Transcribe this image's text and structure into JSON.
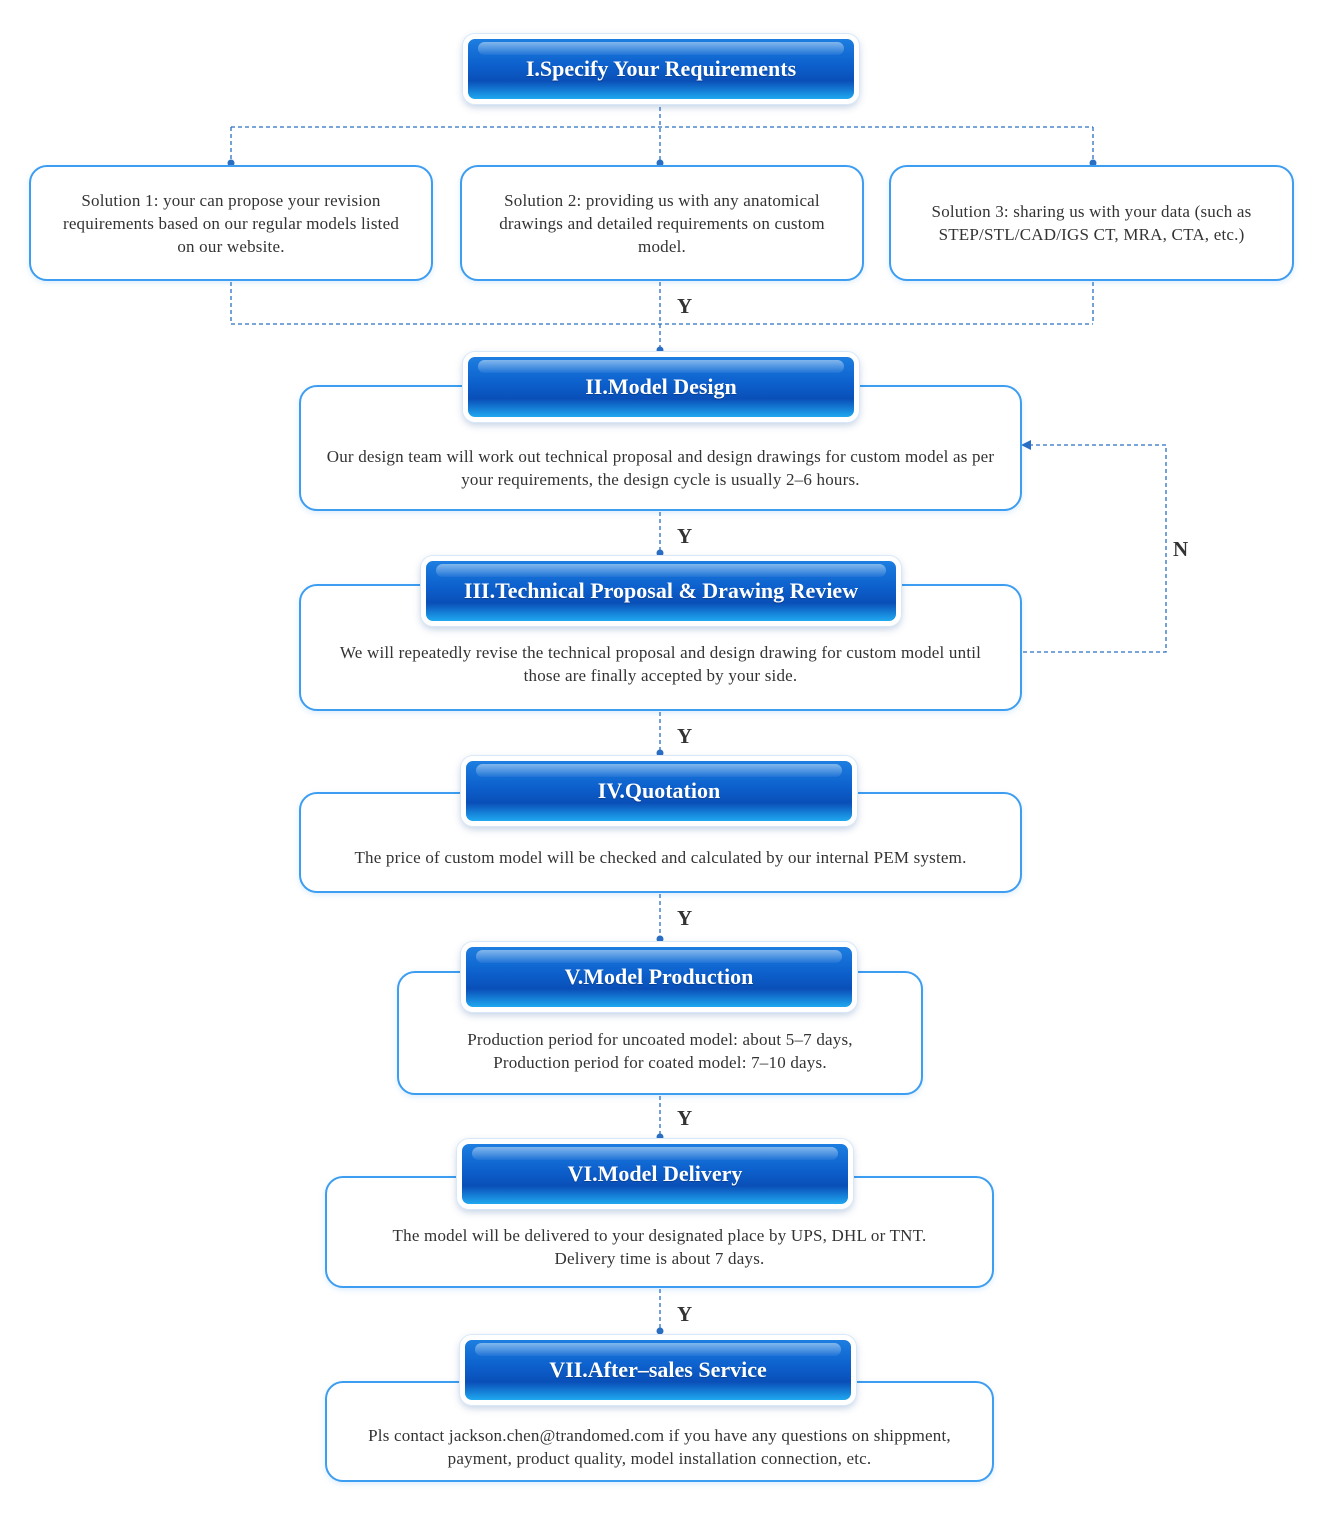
{
  "steps": [
    {
      "title": "I.Specify Your Requirements"
    },
    {
      "title": "II.Model Design",
      "text": "Our design team will work out technical proposal and design drawings for custom model as per your requirements, the design cycle is usually 2–6 hours."
    },
    {
      "title": "III.Technical Proposal & Drawing Review",
      "text": "We will repeatedly revise the technical proposal and design drawing for custom model until those are finally accepted by your side."
    },
    {
      "title": "IV.Quotation",
      "text": "The price of custom model will be checked and calculated by our internal PEM system."
    },
    {
      "title": "V.Model Production",
      "text_line1": "Production period for uncoated model: about 5–7 days,",
      "text_line2": "Production period for coated model: 7–10 days."
    },
    {
      "title": "VI.Model Delivery",
      "text_line1": "The model will be delivered to your designated place by UPS, DHL or TNT.",
      "text_line2": "Delivery time is about 7 days."
    },
    {
      "title": "VII.After–sales Service",
      "text": "Pls contact jackson.chen@trandomed.com if you have any questions on shippment, payment, product quality, model installation connection, etc."
    }
  ],
  "solutions": [
    {
      "text": "Solution 1: your can propose your revision requirements based on our regular models listed on our website."
    },
    {
      "text": "Solution 2: providing us with any anatomical drawings and detailed requirements on custom model."
    },
    {
      "text": "Solution 3: sharing us with your data (such as STEP/STL/CAD/IGS CT, MRA, CTA, etc.)"
    }
  ],
  "labels": {
    "yes": "Y",
    "no": "N"
  },
  "colors": {
    "accent": "#3d9df0",
    "line": "#2a6fc4",
    "header": "#0c5fcc"
  }
}
